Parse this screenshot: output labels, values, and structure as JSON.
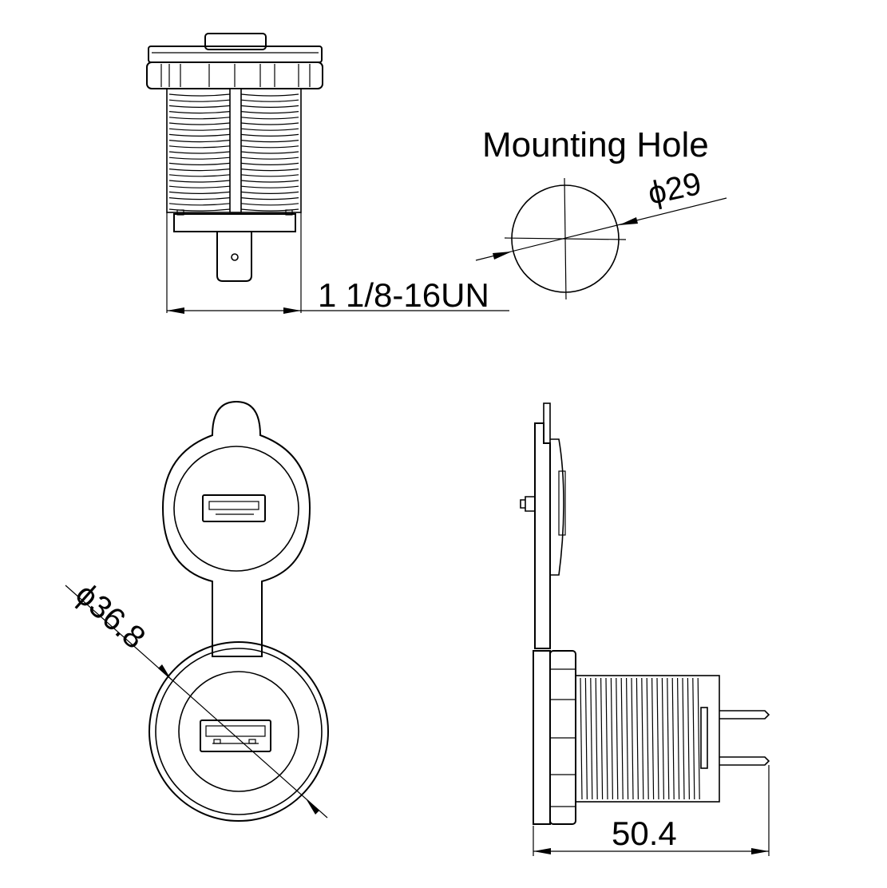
{
  "drawing": {
    "mounting_hole_title": "Mounting Hole",
    "mounting_hole_dim": "ϕ29",
    "thread_spec": "1 1/8-16UN",
    "cap_diameter_dim": "ϕ36.8",
    "length_dim": "50.4"
  }
}
